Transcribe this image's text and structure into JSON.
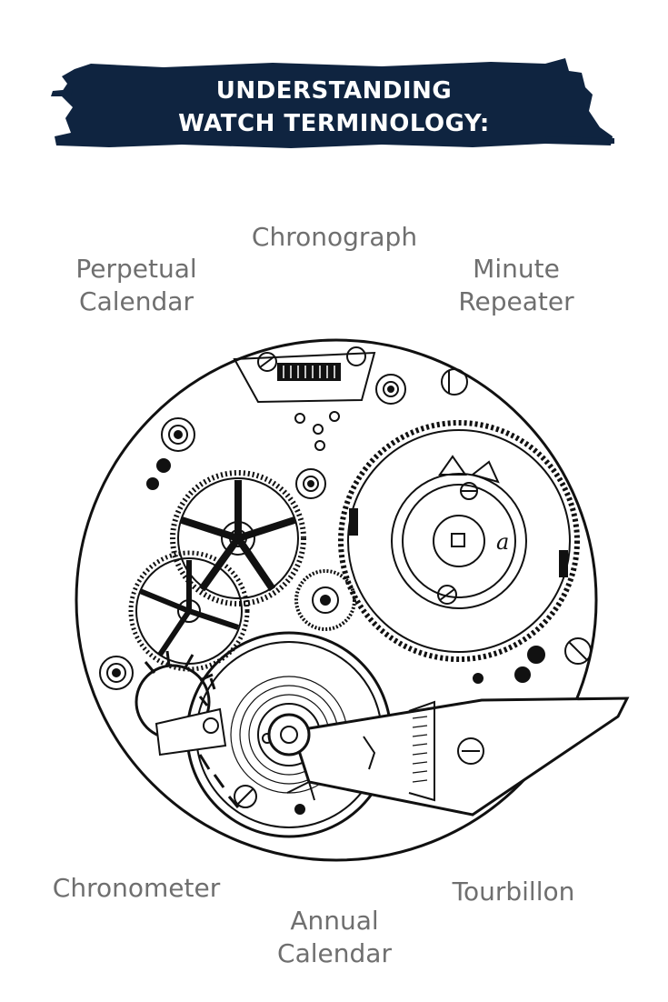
{
  "header": {
    "line1": "UNDERSTANDING",
    "line2": "WATCH TERMINOLOGY:",
    "background_color": "#0f2440",
    "text_color": "#ffffff"
  },
  "terms": {
    "chronograph": "Chronograph",
    "perpetual_calendar": [
      "Perpetual",
      "Calendar"
    ],
    "minute_repeater": [
      "Minute",
      "Repeater"
    ],
    "chronometer": "Chronometer",
    "tourbillon": "Tourbillon",
    "annual_calendar": [
      "Annual",
      "Calendar"
    ]
  },
  "illustration": {
    "balance_mark": "a",
    "label_color": "#6f6f6f",
    "line_color": "#111111"
  }
}
